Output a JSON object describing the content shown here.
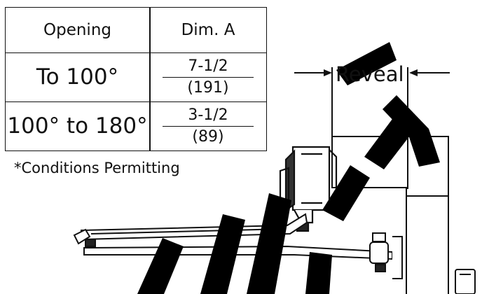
{
  "table": {
    "headers": [
      "Opening",
      "Dim. A"
    ],
    "rows": [
      {
        "opening": "To 100°",
        "dim_in": "7-1/2",
        "dim_mm": "(191)"
      },
      {
        "opening": "100° to 180°",
        "dim_in": "3-1/2",
        "dim_mm": "(89)"
      }
    ]
  },
  "note": "*Conditions Permitting",
  "diagram": {
    "reveal_label": "Reveal",
    "watermark_color": "#000000"
  }
}
